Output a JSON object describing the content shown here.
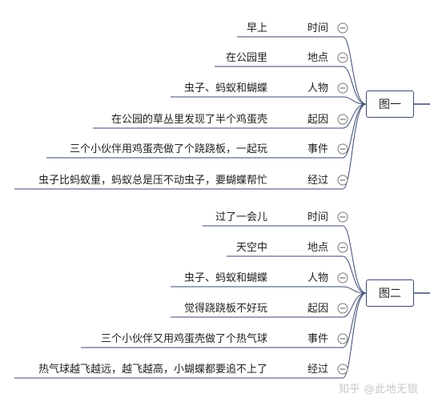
{
  "colors": {
    "line": "#3b4a70",
    "text": "#222222",
    "watermark": "#c8c8c8"
  },
  "groups": [
    {
      "title": "图一",
      "rows": [
        {
          "category": "时间",
          "text": "早上"
        },
        {
          "category": "地点",
          "text": "在公园里"
        },
        {
          "category": "人物",
          "text": "虫子、蚂蚁和蝴蝶"
        },
        {
          "category": "起因",
          "text": "在公园的草丛里发现了半个鸡蛋壳"
        },
        {
          "category": "事件",
          "text": "三个小伙伴用鸡蛋壳做了个跷跷板，一起玩"
        },
        {
          "category": "经过",
          "text": "虫子比蚂蚁重，蚂蚁总是压不动虫子，要蝴蝶帮忙"
        }
      ]
    },
    {
      "title": "图二",
      "rows": [
        {
          "category": "时间",
          "text": "过了一会儿"
        },
        {
          "category": "地点",
          "text": "天空中"
        },
        {
          "category": "人物",
          "text": "虫子、蚂蚁和蝴蝶"
        },
        {
          "category": "起因",
          "text": "觉得跷跷板不好玩"
        },
        {
          "category": "事件",
          "text": "三个小伙伴又用鸡蛋壳做了个热气球"
        },
        {
          "category": "经过",
          "text": "热气球越飞越远，越飞越高，小蝴蝶都要追不上了"
        }
      ]
    }
  ],
  "watermark": "知乎 @此地无银"
}
